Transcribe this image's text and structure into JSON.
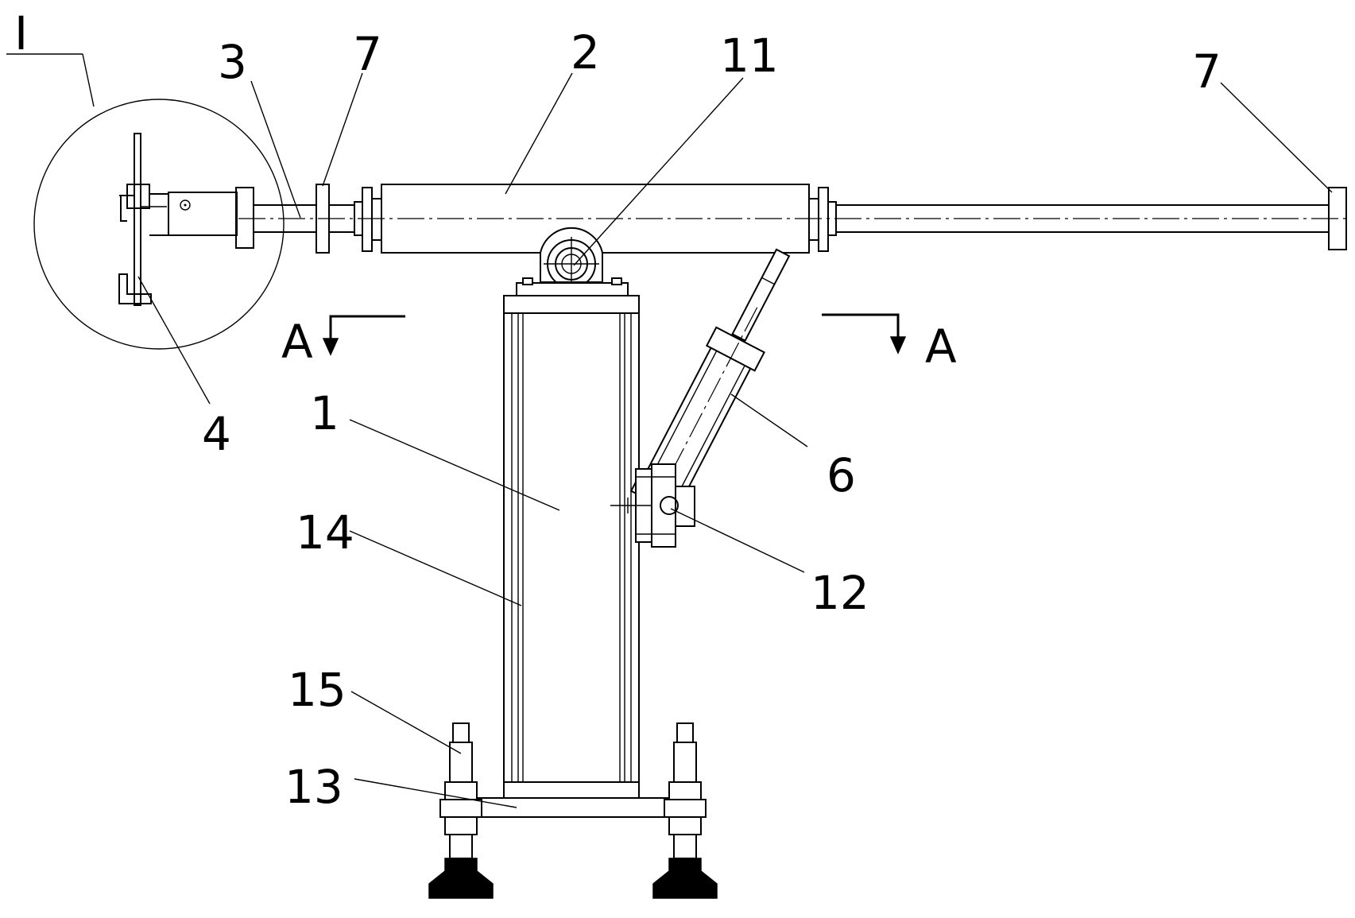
{
  "labels": {
    "detail": "I",
    "l1": "1",
    "l2": "2",
    "l3": "3",
    "l4": "4",
    "l6": "6",
    "l7a": "7",
    "l7b": "7",
    "l11": "11",
    "l12": "12",
    "l13": "13",
    "l14": "14",
    "l15": "15"
  },
  "section": {
    "left": "A",
    "right": "A"
  }
}
